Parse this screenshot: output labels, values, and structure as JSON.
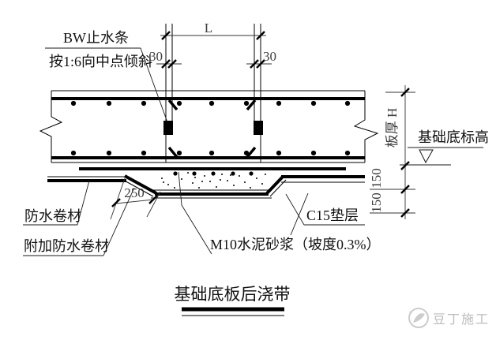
{
  "drawing": {
    "title": "基础底板后浇带",
    "watermark": "豆丁施工",
    "callouts": {
      "bw_line1": "BW止水条",
      "bw_line2": "按1:6向中点倾斜",
      "waterproof_membrane": "防水卷材",
      "additional_waterproof_membrane": "附加防水卷材",
      "cushion_layer": "C15垫层",
      "mortar_note": "M10水泥砂浆（坡度0.3%）",
      "foundation_bottom_elevation": "基础底标高",
      "slab_thickness": "板厚 H"
    },
    "dimensions": {
      "strip_width": "L",
      "waterstop_offset_left": "30",
      "waterstop_offset_right": "30",
      "slope_length": "250",
      "cushion_step_1": "150",
      "cushion_step_2": "150"
    },
    "colors": {
      "line": "#000000",
      "dim_text": "#3d3d3d",
      "label_text": "#111111",
      "watermark": "#bcbcbc",
      "background": "#ffffff"
    }
  }
}
